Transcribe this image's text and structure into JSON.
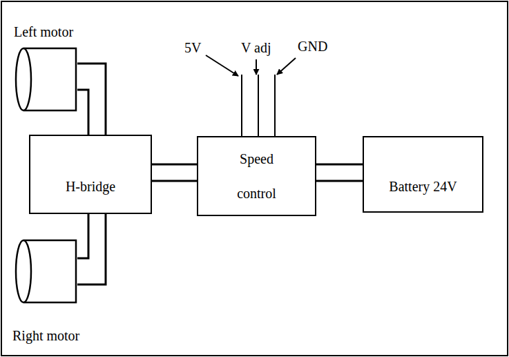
{
  "diagram": {
    "nodes": [
      {
        "text": [
          "Left motor"
        ]
      },
      {
        "text": [
          "H-bridge"
        ]
      },
      {
        "text": [
          "Speed control"
        ]
      },
      {
        "text": [
          "Battery 24V"
        ]
      },
      {
        "text": [
          "Right motor"
        ]
      }
    ],
    "edges": [
      {
        "from": 0,
        "to": 1,
        "arrow": "none"
      },
      {
        "from": 0,
        "to": 1,
        "arrow": "none"
      },
      {
        "from": 1,
        "to": 2,
        "arrow": "none"
      },
      {
        "from": 1,
        "to": 2,
        "arrow": "none"
      },
      {
        "from": 2,
        "to": 3,
        "arrow": "none"
      },
      {
        "from": 2,
        "to": 3,
        "arrow": "none"
      },
      {
        "from": 4,
        "to": 1,
        "arrow": "none"
      },
      {
        "from": 4,
        "to": 1,
        "arrow": "none"
      }
    ],
    "labels": [
      "5V",
      "V adj",
      "GND"
    ]
  }
}
